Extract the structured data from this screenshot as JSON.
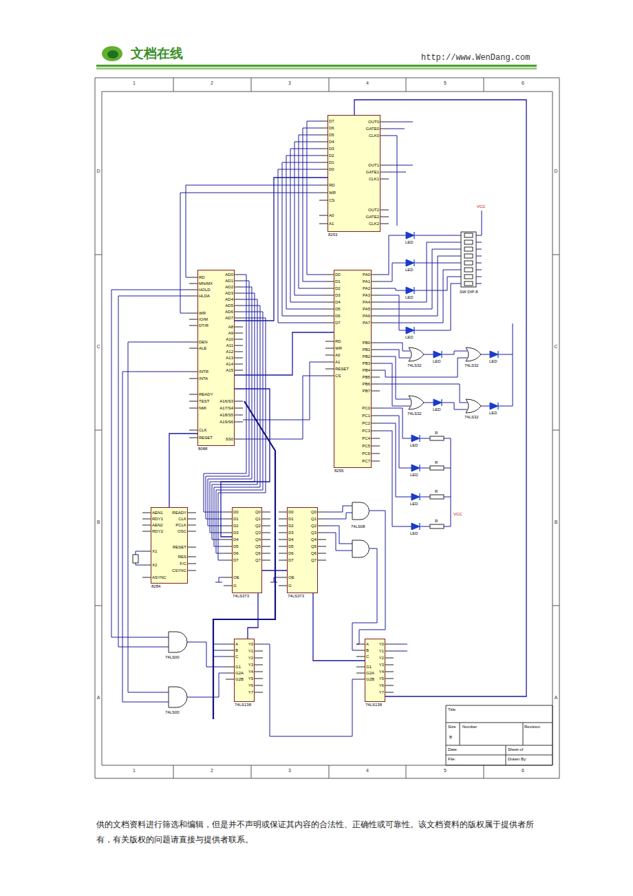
{
  "diagram": {
    "nodes": [
      {
        "text": [
          "8253"
        ]
      },
      {
        "text": [
          "8088"
        ]
      },
      {
        "text": [
          "8255"
        ]
      },
      {
        "text": [
          "8284"
        ]
      },
      {
        "text": [
          "74LS373"
        ]
      },
      {
        "text": [
          "74LS373"
        ]
      },
      {
        "text": [
          "74LS138"
        ]
      },
      {
        "text": [
          "74LS138"
        ]
      }
    ],
    "edges": [
      {
        "from": 1,
        "to": 0,
        "arrow": "none"
      },
      {
        "from": 1,
        "to": 2,
        "arrow": "none"
      },
      {
        "from": 1,
        "to": 4,
        "arrow": "none"
      },
      {
        "from": 4,
        "to": 5,
        "arrow": "none"
      },
      {
        "from": 3,
        "to": 1,
        "arrow": "none"
      },
      {
        "from": 5,
        "to": 7,
        "arrow": "none"
      },
      {
        "from": 4,
        "to": 6,
        "arrow": "none"
      },
      {
        "from": 7,
        "to": 0,
        "arrow": "none"
      }
    ],
    "labels": [
      "文档在线",
      "http://www.WenDang.com",
      "1",
      "2",
      "3",
      "4",
      "5",
      "6",
      "1",
      "2",
      "3",
      "4",
      "5",
      "6",
      "D",
      "C",
      "B",
      "A",
      "D",
      "C",
      "B",
      "A",
      "Title",
      "Size",
      "Number",
      "Revision",
      "B",
      "Date:",
      "Sheet of",
      "File:",
      "Drawn By:",
      "供的文档资料进行筛选和编辑，但是并不声明或保证其内容的合法性、正确性或可靠性。该文档资料的版权属于提供者所有，有关版权的问题请直接与提供者联系。",
      "D7",
      "D6",
      "D5",
      "D4",
      "D3",
      "D2",
      "D1",
      "D0",
      "RD",
      "WR",
      "CS",
      "A0",
      "A1",
      "OUT0",
      "GATE0",
      "CLK0",
      "OUT1",
      "GATE1",
      "CLK1",
      "OUT2",
      "GATE2",
      "CLK2",
      "RD",
      "MN/MX",
      "HOLD",
      "HLDA",
      "WR",
      "IO/M",
      "DT/R",
      "DEN",
      "ALE",
      "INTR",
      "INTA",
      "READY",
      "TEST",
      "NMI",
      "CLK",
      "RESET",
      "AD0",
      "AD1",
      "AD2",
      "AD3",
      "AD4",
      "AD5",
      "AD6",
      "AD7",
      "A8",
      "A9",
      "A10",
      "A11",
      "A12",
      "A13",
      "A14",
      "A15",
      "A16/S3",
      "A17/S4",
      "A18/S5",
      "A19/S6",
      "SS0",
      "D0",
      "D1",
      "D2",
      "D3",
      "D4",
      "D5",
      "D6",
      "D7",
      "RD",
      "WR",
      "A0",
      "A1",
      "RESET",
      "CS",
      "PA0",
      "PA1",
      "PA2",
      "PA3",
      "PA4",
      "PA5",
      "PA6",
      "PA7",
      "PB0",
      "PB1",
      "PB2",
      "PB3",
      "PB4",
      "PB5",
      "PB6",
      "PB7",
      "PC0",
      "PC1",
      "PC2",
      "PC3",
      "PC4",
      "PC5",
      "PC6",
      "PC7",
      "AEN1",
      "RDY1",
      "AEN2",
      "RDY2",
      "X1",
      "X2",
      "ASYNC",
      "READY",
      "CLK",
      "PCLK",
      "OSC",
      "RESET",
      "RES",
      "F/C",
      "CSYNC",
      "D0",
      "D1",
      "D2",
      "D3",
      "D4",
      "D5",
      "D6",
      "D7",
      "OE",
      "G",
      "Q0",
      "Q1",
      "Q2",
      "Q3",
      "Q4",
      "Q5",
      "Q6",
      "Q7",
      "D0",
      "D1",
      "D2",
      "D3",
      "D4",
      "D5",
      "D6",
      "D7",
      "OE",
      "G",
      "Q0",
      "Q1",
      "Q2",
      "Q3",
      "Q4",
      "Q5",
      "Q6",
      "Q7",
      "A",
      "B",
      "C",
      "G1",
      "G2A",
      "G2B",
      "Y0",
      "Y1",
      "Y2",
      "Y3",
      "Y4",
      "Y5",
      "Y6",
      "Y7",
      "A",
      "B",
      "C",
      "G1",
      "G2A",
      "G2B",
      "Y0",
      "Y1",
      "Y2",
      "Y3",
      "Y4",
      "Y5",
      "Y6",
      "Y7",
      "74LS32",
      "74LS32",
      "74LS32",
      "74LS32",
      "74LS08",
      "74LS00",
      "74LS00",
      "LED",
      "LED",
      "LED",
      "LED",
      "LED",
      "LED",
      "LED",
      "LED",
      "LED",
      "LED",
      "LED",
      "LED",
      "R",
      "R",
      "R",
      "R",
      "SW DIP-8",
      "VCC",
      "VCC"
    ]
  }
}
